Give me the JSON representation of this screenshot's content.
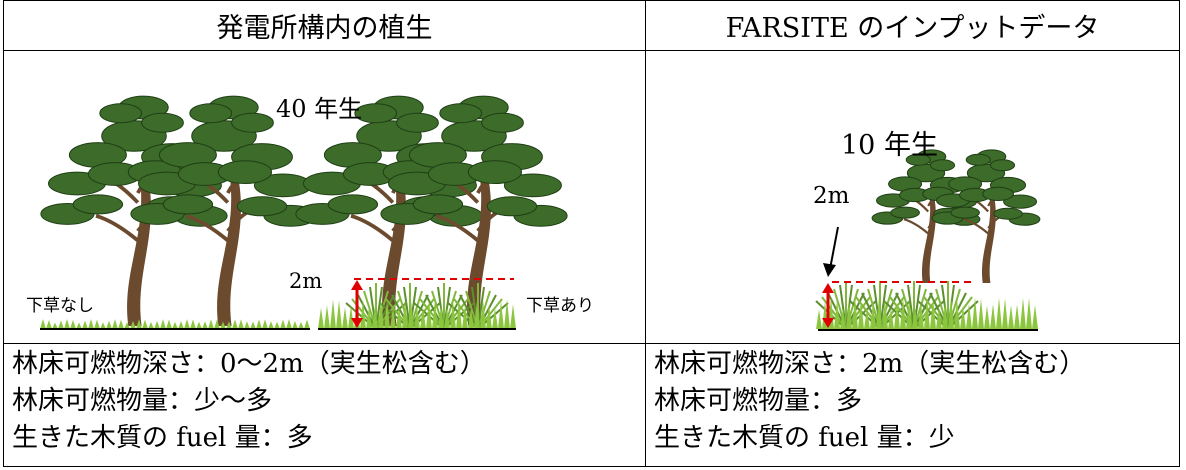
{
  "headers": {
    "left": "発電所構内の植生",
    "right": "FARSITE のインプットデータ"
  },
  "left_image": {
    "age_label": "40 年生",
    "height_label": "2m",
    "no_undergrowth": "下草なし",
    "with_undergrowth": "下草あり"
  },
  "right_image": {
    "age_label": "10 年生",
    "height_label": "2m"
  },
  "left_text": [
    "林床可燃物深さ：0～2m（実生松含む）",
    "林床可燃物量：少～多",
    "生きた木質の fuel 量：多"
  ],
  "right_text": [
    "林床可燃物深さ：2m（実生松含む）",
    "林床可燃物量：多",
    "生きた木質の fuel 量：少"
  ],
  "colors": {
    "foliage": "#3c6b2a",
    "trunk": "#6b4a2e",
    "grass": "#8cc63f",
    "marker": "#e00000"
  }
}
